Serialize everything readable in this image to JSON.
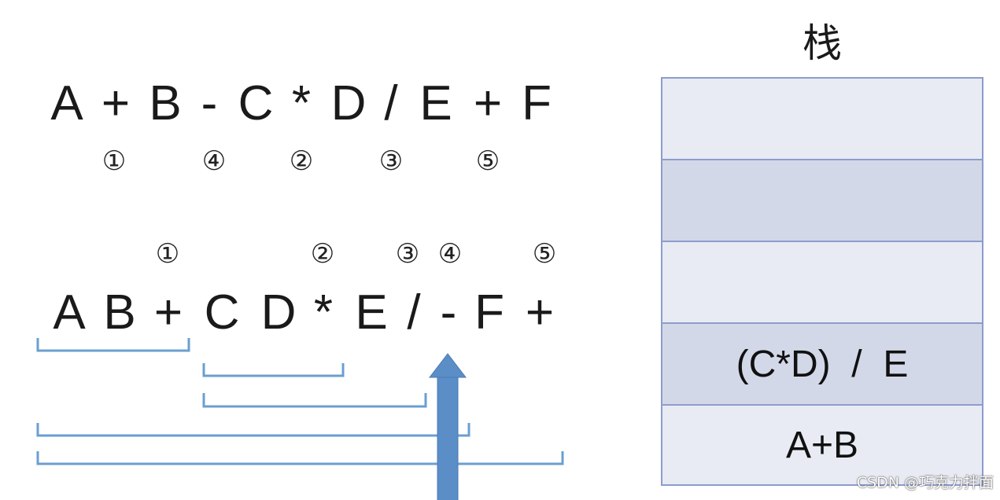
{
  "infix": {
    "tokens": [
      "A",
      "+",
      "B",
      "-",
      "C",
      "*",
      "D",
      "/",
      "E",
      "+",
      "F"
    ],
    "markers": [
      "①",
      "④",
      "②",
      "③",
      "⑤"
    ]
  },
  "postfix": {
    "tokens": [
      "A",
      "B",
      "+",
      "C",
      "D",
      "*",
      "E",
      "/",
      "-",
      "F",
      "+"
    ],
    "markers": [
      "①",
      "②",
      "③",
      "④",
      "⑤"
    ]
  },
  "stack": {
    "title": "栈",
    "cells": [
      "",
      "",
      "",
      "(C*D)  /  E",
      "A+B"
    ]
  },
  "colors": {
    "bracket": "#6a9fd0",
    "arrow": "#5b8dc7",
    "stack_border": "#8c9ccc"
  },
  "watermark": "CSDN @巧克力拌面"
}
